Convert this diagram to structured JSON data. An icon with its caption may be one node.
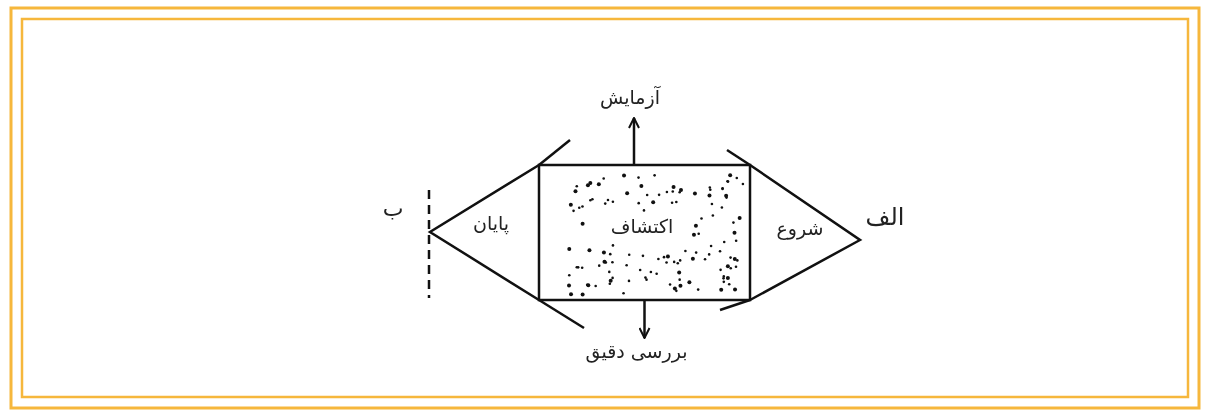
{
  "diagram": {
    "nodes": [
      {
        "text": [
          "الف"
        ]
      },
      {
        "text": [
          "شروع"
        ]
      },
      {
        "text": [
          "اکتشاف"
        ]
      },
      {
        "text": [
          "پایان"
        ]
      },
      {
        "text": [
          "ب"
        ]
      },
      {
        "text": [
          "آزمایش"
        ]
      },
      {
        "text": [
          "بررسی دقیق"
        ]
      }
    ],
    "edges": [
      {
        "from": 2,
        "to": 5,
        "arrow": "to"
      },
      {
        "from": 2,
        "to": 6,
        "arrow": "to"
      }
    ]
  }
}
